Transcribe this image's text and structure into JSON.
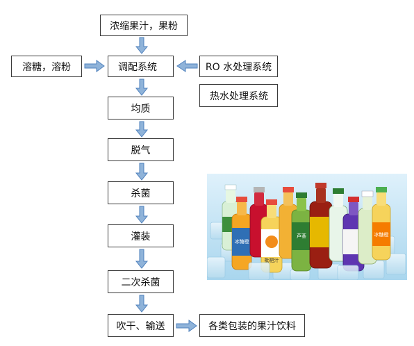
{
  "diagram": {
    "top_input": "浓缩果汁，果粉",
    "left_input": "溶糖，溶粉",
    "right_input_1": "RO 水处理系统",
    "right_input_2": "热水处理系统",
    "steps": [
      "调配系统",
      "均质",
      "脱气",
      "杀菌",
      "灌装",
      "二次杀菌",
      "吹干、输送"
    ],
    "output": "各类包装的果汁饮料",
    "arrow_color": "#8fb3d9",
    "arrow_stroke": "#4f81bd"
  },
  "photo": {
    "label_texts": [
      "冰糖橙",
      "枇杷汁",
      "芦荟",
      "冰糖橙"
    ],
    "description_icon": "juice-bottles-on-ice-image"
  }
}
